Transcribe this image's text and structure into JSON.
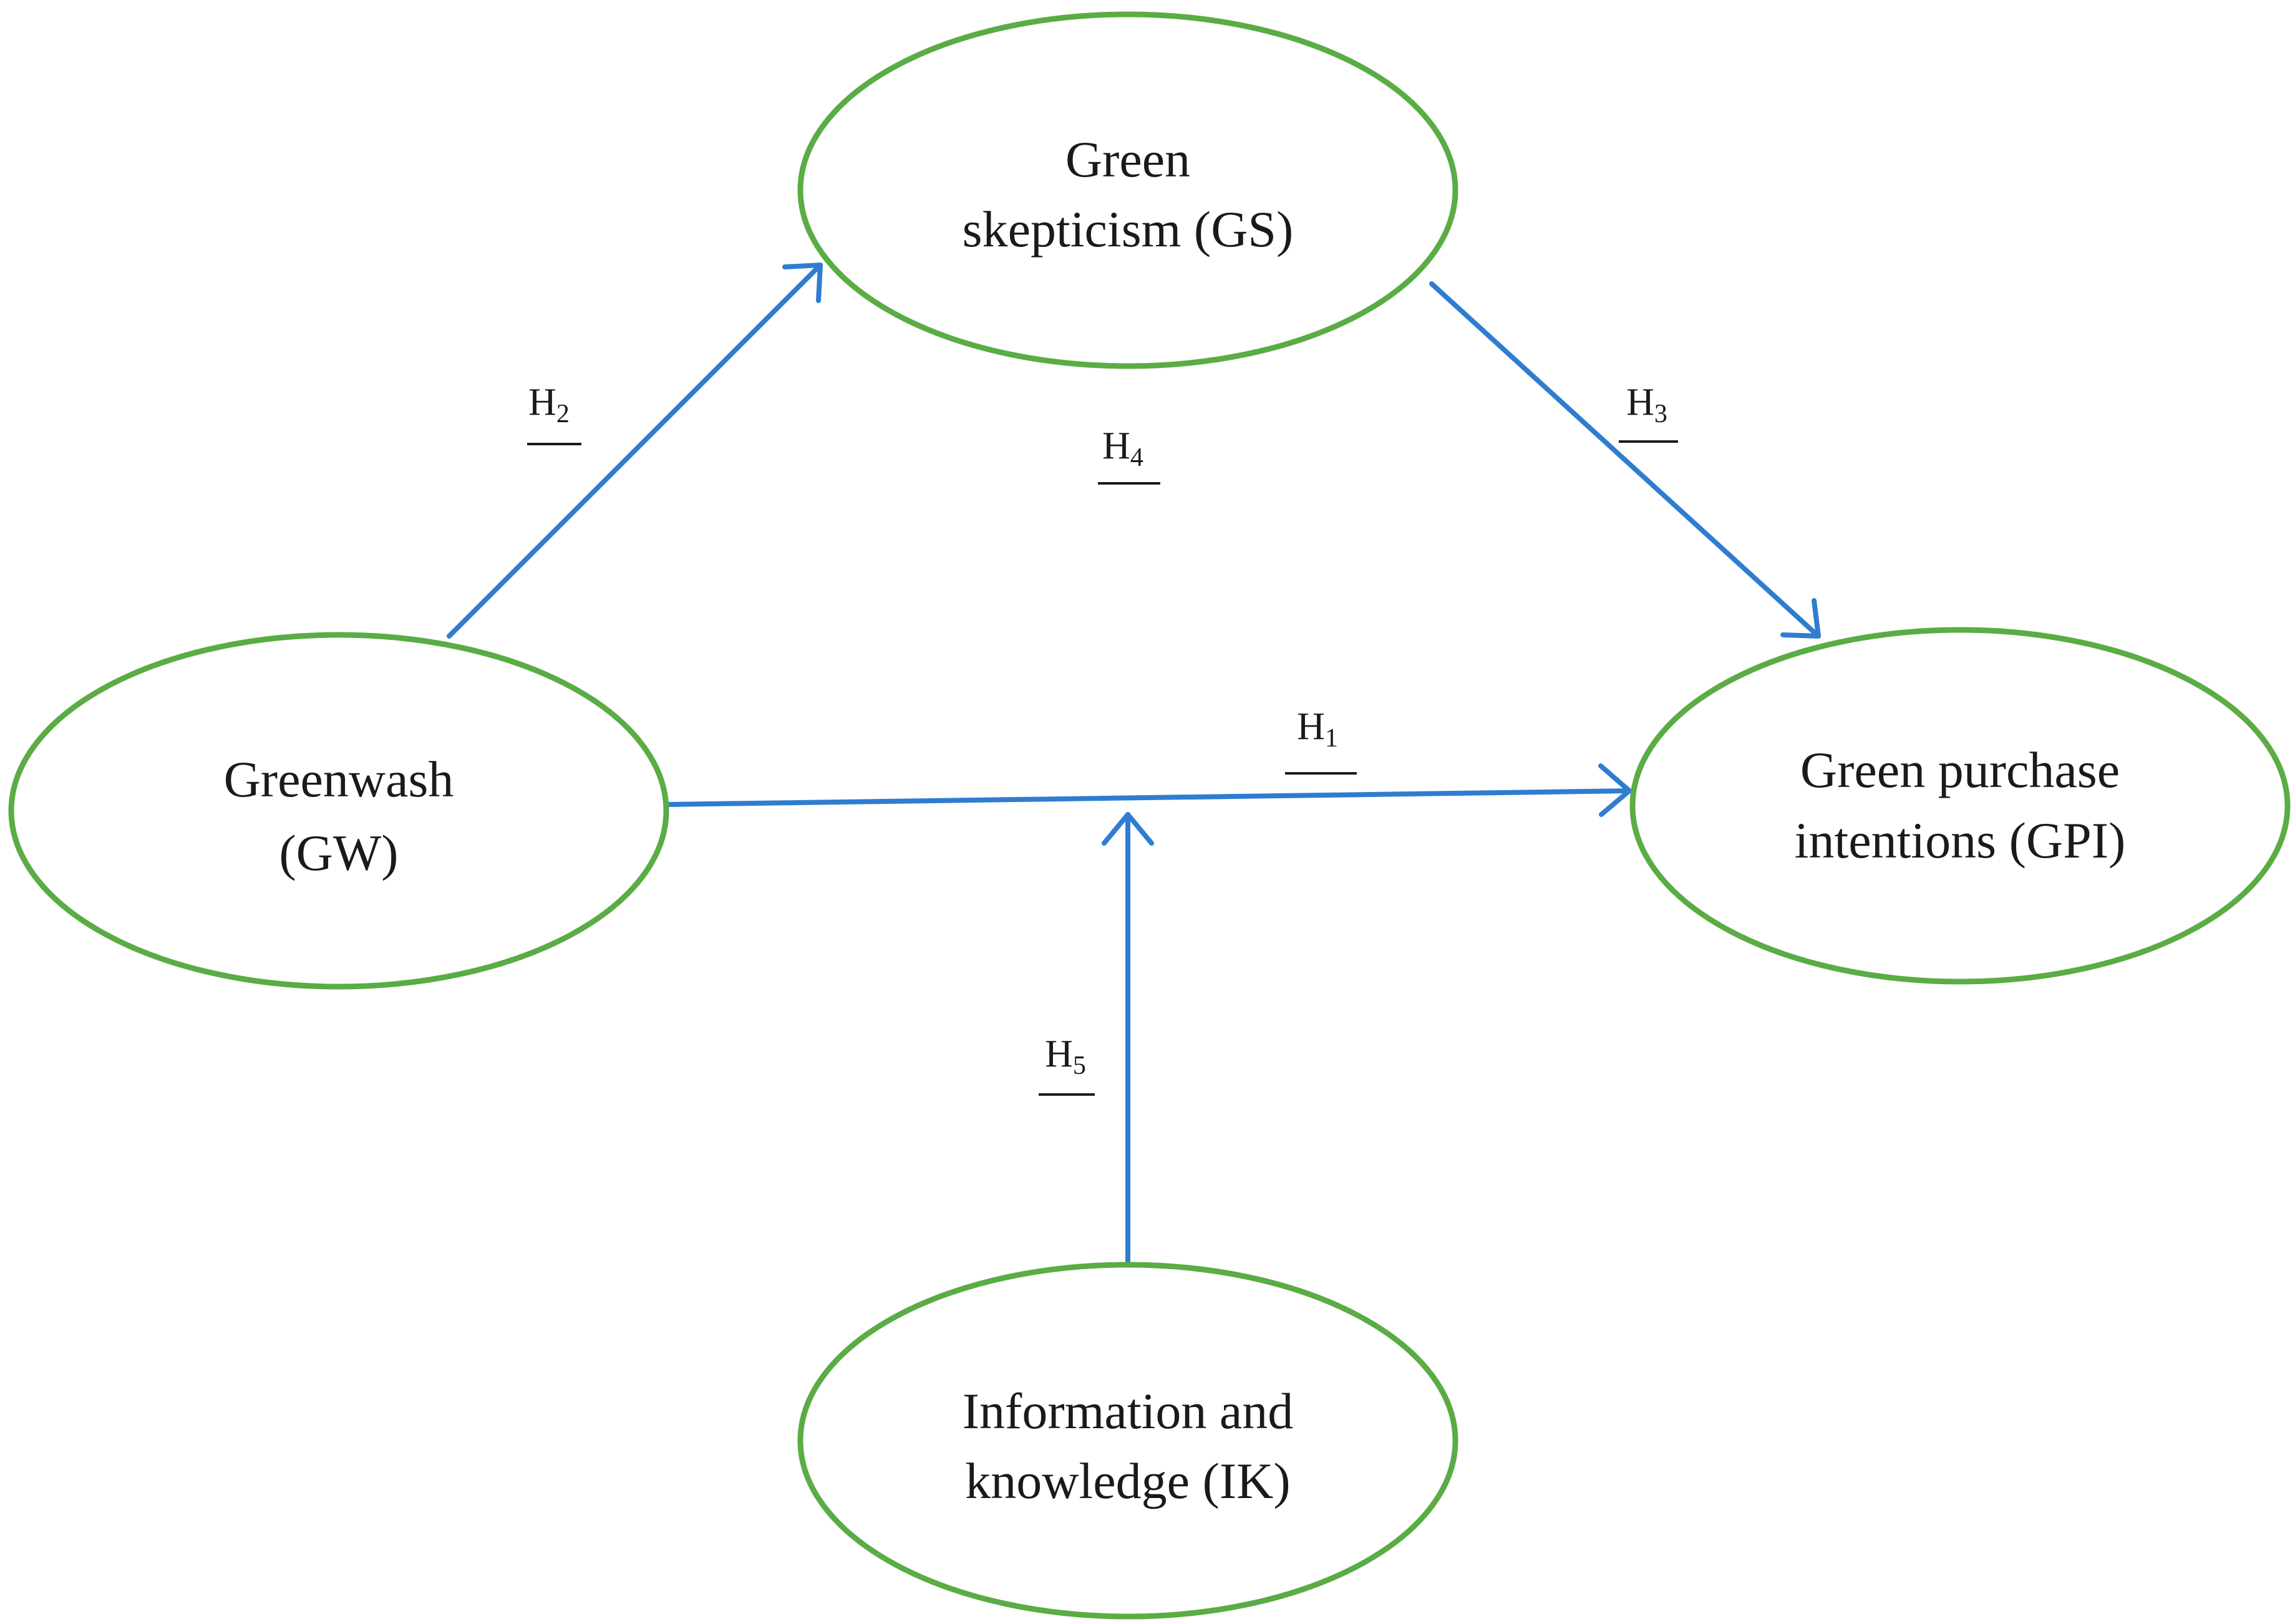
{
  "colors": {
    "node_outline": "#5aac44",
    "edge": "#2f7dd1",
    "text": "#1a1a1a",
    "background": "#ffffff"
  },
  "nodes": {
    "gs": {
      "line1": "Green",
      "line2": "skepticism (GS)"
    },
    "gw": {
      "line1": "Greenwash",
      "line2": "(GW)"
    },
    "gpi": {
      "line1": "Green purchase",
      "line2": "intentions (GPI)"
    },
    "ik": {
      "line1": "Information and",
      "line2": "knowledge (IK)"
    }
  },
  "hypotheses": {
    "h1": {
      "letter": "H",
      "num": "1"
    },
    "h2": {
      "letter": "H",
      "num": "2"
    },
    "h3": {
      "letter": "H",
      "num": "3"
    },
    "h4": {
      "letter": "H",
      "num": "4"
    },
    "h5": {
      "letter": "H",
      "num": "5"
    }
  }
}
